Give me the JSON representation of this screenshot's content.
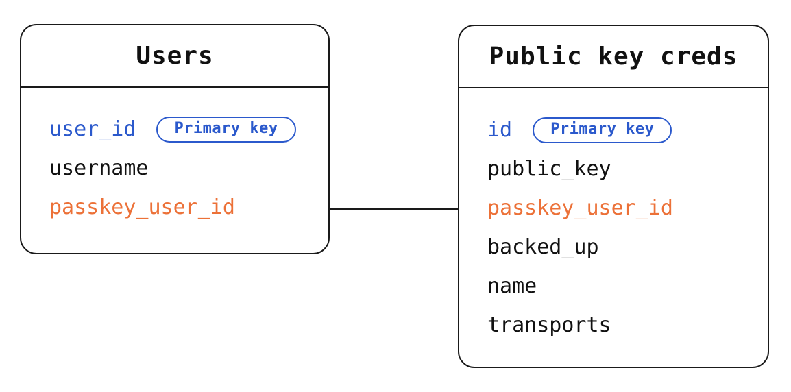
{
  "colors": {
    "primary_blue": "#2b59cc",
    "accent_orange": "#ec7138",
    "text_black": "#111111",
    "border_black": "#1a1a1a",
    "background": "#ffffff"
  },
  "tables": [
    {
      "title": "Users",
      "fields": [
        {
          "name": "user_id",
          "color": "blue",
          "badge": "Primary key"
        },
        {
          "name": "username",
          "color": "black"
        },
        {
          "name": "passkey_user_id",
          "color": "orange"
        }
      ]
    },
    {
      "title": "Public key creds",
      "fields": [
        {
          "name": "id",
          "color": "blue",
          "badge": "Primary key"
        },
        {
          "name": "public_key",
          "color": "black"
        },
        {
          "name": "passkey_user_id",
          "color": "orange"
        },
        {
          "name": "backed_up",
          "color": "black"
        },
        {
          "name": "name",
          "color": "black"
        },
        {
          "name": "transports",
          "color": "black"
        }
      ]
    }
  ],
  "relationship": {
    "from_table": "Users",
    "from_field": "passkey_user_id",
    "to_table": "Public key creds",
    "to_field": "passkey_user_id"
  }
}
